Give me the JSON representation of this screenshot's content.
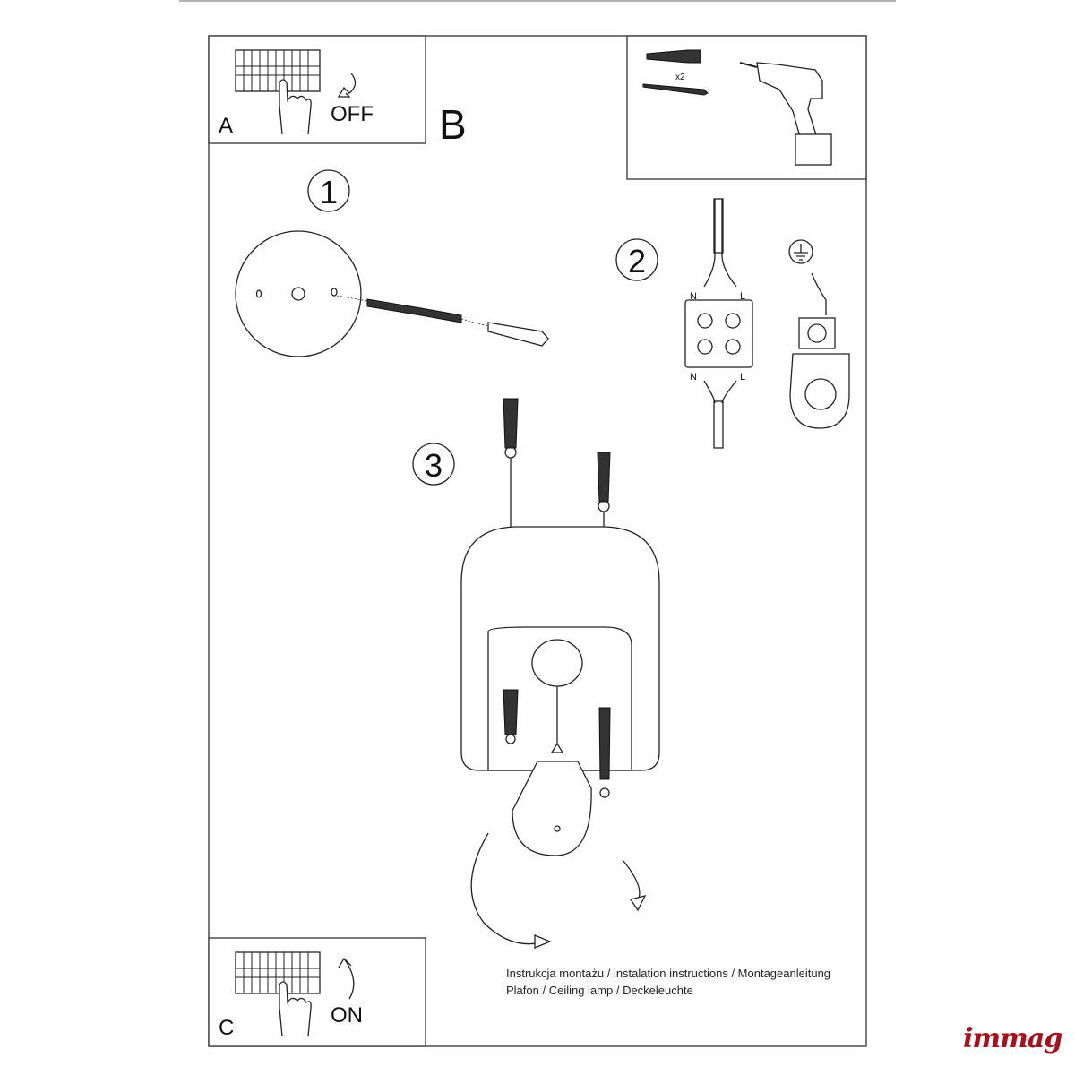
{
  "panels": {
    "a": {
      "label": "A",
      "action": "OFF"
    },
    "b": {
      "label": "B"
    },
    "c": {
      "label": "C",
      "action": "ON"
    }
  },
  "tools": {
    "quantity": "x2"
  },
  "steps": [
    "1",
    "2",
    "3"
  ],
  "wiring": {
    "top_left": "N",
    "top_right": "L",
    "bottom_left": "N",
    "bottom_right": "L"
  },
  "caption": {
    "line1": "Instrukcja montażu / instalation instructions / Montageanleitung",
    "line2": "Plafon / Ceiling lamp / Deckeleuchte"
  },
  "brand": {
    "name": "immag",
    "color": "#a8101c"
  }
}
